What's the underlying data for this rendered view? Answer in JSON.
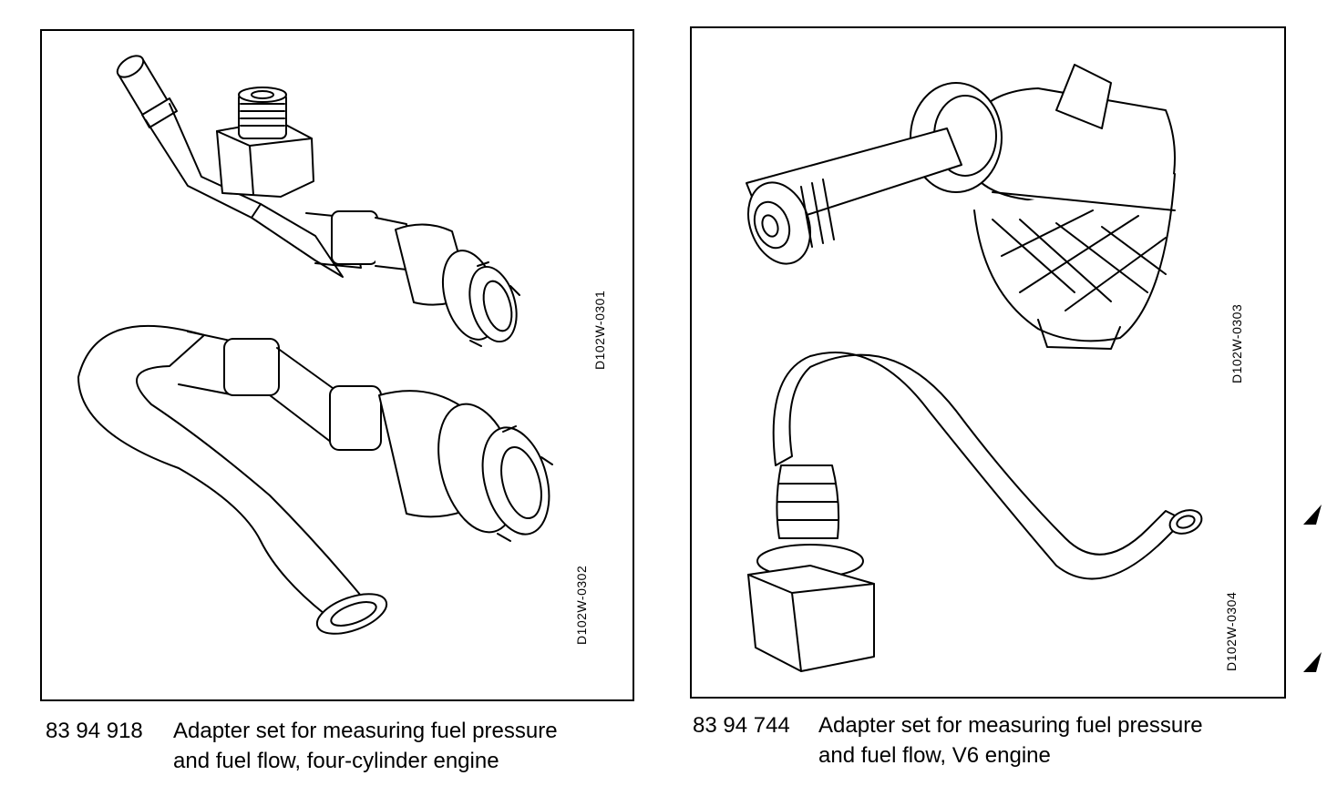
{
  "figures": [
    {
      "codes": [
        "D102W-0301",
        "D102W-0302"
      ],
      "caption": {
        "part_number": "83 94 918",
        "line1": "Adapter set for measuring fuel pressure",
        "line2": "and fuel flow, four-cylinder engine"
      }
    },
    {
      "codes": [
        "D102W-0303",
        "D102W-0304"
      ],
      "caption": {
        "part_number": "83 94 744",
        "line1": "Adapter set for measuring fuel pressure",
        "line2": "and fuel flow, V6 engine"
      }
    }
  ]
}
